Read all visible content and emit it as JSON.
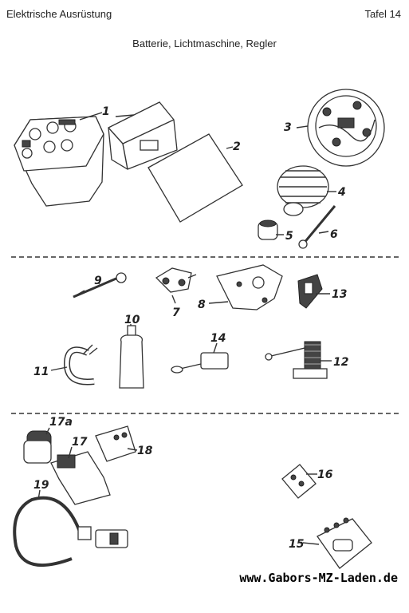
{
  "header": {
    "section": "Elektrische Ausrüstung",
    "plate": "Tafel 14",
    "subtitle": "Batterie, Lichtmaschine, Regler"
  },
  "parts": [
    {
      "no": "1"
    },
    {
      "no": "2"
    },
    {
      "no": "3"
    },
    {
      "no": "4"
    },
    {
      "no": "5"
    },
    {
      "no": "6"
    },
    {
      "no": "9"
    },
    {
      "no": "7"
    },
    {
      "no": "8"
    },
    {
      "no": "13"
    },
    {
      "no": "10"
    },
    {
      "no": "14"
    },
    {
      "no": "11"
    },
    {
      "no": "12"
    },
    {
      "no": "17a"
    },
    {
      "no": "17"
    },
    {
      "no": "18"
    },
    {
      "no": "19"
    },
    {
      "no": "16"
    },
    {
      "no": "15"
    }
  ],
  "footer": {
    "website": "www.Gabors-MZ-Laden.de"
  }
}
